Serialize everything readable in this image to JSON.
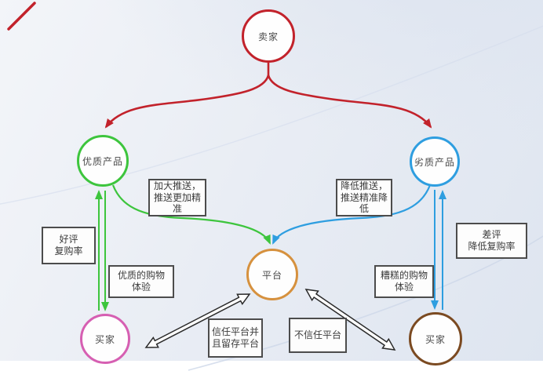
{
  "diagram": {
    "nodes": {
      "seller": "卖家",
      "quality_product": "优质产品",
      "inferior_product": "劣质产品",
      "platform": "平台",
      "buyer_left": "买家",
      "buyer_right": "买家"
    },
    "labels": {
      "increase_push": "加大推送，\n推送更加精\n准",
      "decrease_push": "降低推送，\n推送精准降\n低",
      "good_review": "好评\n复购率",
      "quality_experience": "优质的购物\n体验",
      "bad_review": "差评\n降低复购率",
      "bad_experience": "糟糕的购物\n体验",
      "trust_platform": "信任平台并\n且留存平台",
      "distrust_platform": "不信任平台"
    },
    "colors": {
      "seller": "#c2222b",
      "quality_product": "#3dc53d",
      "inferior_product": "#2e9ee0",
      "platform": "#d6913e",
      "buyer_left": "#d65fb2",
      "buyer_right": "#7b4a21",
      "box_border": "#4c4c4c",
      "hollow_arrow_stroke": "#2b2b2b"
    },
    "edges": [
      {
        "from": "卖家",
        "to": "优质产品",
        "style": "red solid curve"
      },
      {
        "from": "卖家",
        "to": "劣质产品",
        "style": "red solid curve"
      },
      {
        "from": "优质产品",
        "to": "平台",
        "style": "green curve",
        "label": "加大推送，推送更加精准"
      },
      {
        "from": "劣质产品",
        "to": "平台",
        "style": "blue curve",
        "label": "降低推送，推送精准降低"
      },
      {
        "from": "优质产品",
        "to": "买家",
        "style": "green straight down",
        "label": "优质的购物体验"
      },
      {
        "from": "买家",
        "to": "优质产品",
        "style": "green straight up",
        "label": "好评 复购率"
      },
      {
        "from": "劣质产品",
        "to": "买家",
        "style": "blue straight down",
        "label": "糟糕的购物体验"
      },
      {
        "from": "买家",
        "to": "劣质产品",
        "style": "blue straight up",
        "label": "差评 降低复购率"
      },
      {
        "from": "买家",
        "to": "平台",
        "style": "hollow double-headed",
        "label": "信任平台并且留存平台"
      },
      {
        "from": "平台",
        "to": "买家",
        "style": "hollow double-headed",
        "label": "不信任平台"
      }
    ]
  }
}
